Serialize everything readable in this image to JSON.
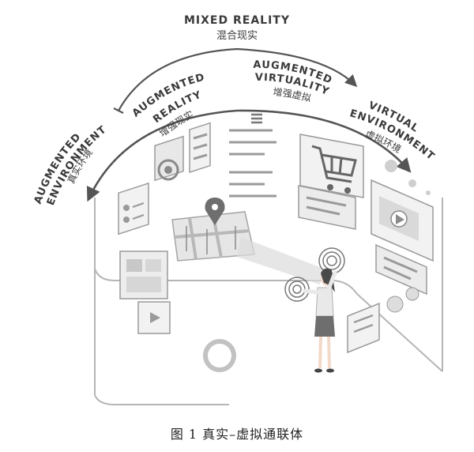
{
  "labels": {
    "mixed_reality": {
      "en": "MIXED REALITY",
      "cn": "混合现实"
    },
    "augmented_environment": {
      "en_line1": "AUGMENTED",
      "en_line2": "ENVIRONMENT",
      "cn": "真实环境"
    },
    "augmented_reality": {
      "en_line1": "AUGMENTED",
      "en_line2": "REALITY",
      "cn": "增强现实"
    },
    "augmented_virtuality": {
      "en_line1": "AUGMENTED",
      "en_line2": "VIRTUALITY",
      "cn": "增强虚拟"
    },
    "virtual_environment": {
      "en_line1": "VIRTUAL",
      "en_line2": "ENVIRONMENT",
      "cn": "虚拟环境"
    }
  },
  "caption": "图 1  真实–虚拟通联体",
  "colors": {
    "text": "#3a3a3a",
    "arrow": "#555555",
    "panel_fill": "#f2f2f2",
    "panel_stroke": "#9a9a9a",
    "figure_skin": "#f3d9c8",
    "figure_shirt": "#e9e9e9",
    "figure_skirt": "#6e6e6e"
  },
  "icons": [
    "map-pin-icon",
    "shopping-cart-icon",
    "play-icon",
    "fingerprint-icon",
    "hamburger-menu-icon"
  ]
}
